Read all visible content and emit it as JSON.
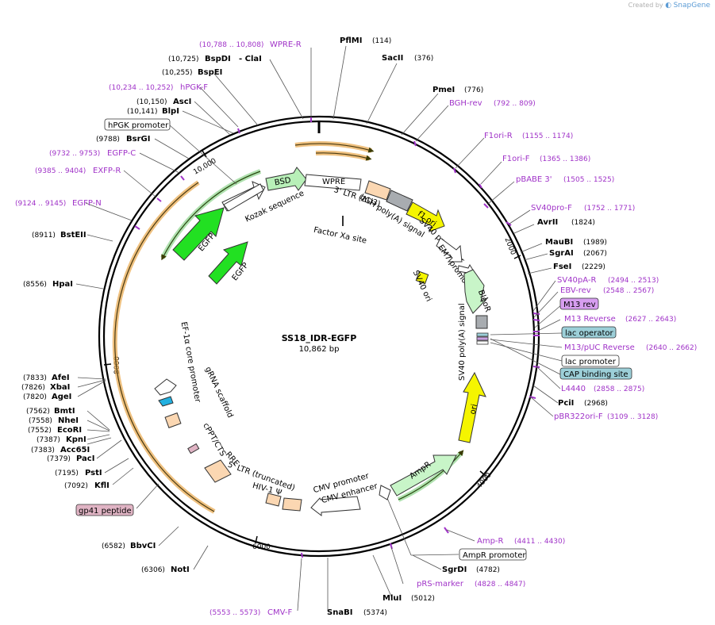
{
  "credit": {
    "created_by": "Created by",
    "brand": "SnapGene"
  },
  "plasmid": {
    "name": "SS18_IDR-EGFP",
    "length": "10,862 bp"
  },
  "ticks": [
    "2000",
    "4000",
    "6000",
    "8000",
    "10,000"
  ],
  "sites": [
    {
      "name": "PflMI",
      "pos": "(114)"
    },
    {
      "name": "SacII",
      "pos": "(376)"
    },
    {
      "name": "PmeI",
      "pos": "(776)"
    },
    {
      "name": "AvrII",
      "pos": "(1824)"
    },
    {
      "name": "MauBI",
      "pos": "(1989)"
    },
    {
      "name": "SgrAI",
      "pos": "(2067)"
    },
    {
      "name": "FseI",
      "pos": "(2229)"
    },
    {
      "name": "PciI",
      "pos": "(2968)"
    },
    {
      "name": "SgrDI",
      "pos": "(4782)"
    },
    {
      "name": "MluI",
      "pos": "(5012)"
    },
    {
      "name": "SnaBI",
      "pos": "(5374)"
    },
    {
      "name": "NotI",
      "pos": "(6306)"
    },
    {
      "name": "BbvCI",
      "pos": "(6582)"
    },
    {
      "name": "KflI",
      "pos": "(7092)"
    },
    {
      "name": "PstI",
      "pos": "(7195)"
    },
    {
      "name": "PacI",
      "pos": "(7379)"
    },
    {
      "name": "Acc65I",
      "pos": "(7383)"
    },
    {
      "name": "KpnI",
      "pos": "(7387)"
    },
    {
      "name": "EcoRI",
      "pos": "(7552)"
    },
    {
      "name": "NheI",
      "pos": "(7558)"
    },
    {
      "name": "BmtI",
      "pos": "(7562)"
    },
    {
      "name": "AgeI",
      "pos": "(7820)"
    },
    {
      "name": "XbaI",
      "pos": "(7826)"
    },
    {
      "name": "AfeI",
      "pos": "(7833)"
    },
    {
      "name": "HpaI",
      "pos": "(8556)"
    },
    {
      "name": "BstEII",
      "pos": "(8911)"
    },
    {
      "name": "BsrGI",
      "pos": "(9788)"
    },
    {
      "name": "BlpI",
      "pos": "(10,141)"
    },
    {
      "name": "AscI",
      "pos": "(10,150)"
    },
    {
      "name": "BspEI",
      "pos": "(10,255)"
    },
    {
      "name": "BspDI",
      "pos": "(10,725)",
      "extra": "- ClaI"
    }
  ],
  "primers": [
    {
      "name": "WPRE-R",
      "pos": "(10,788 .. 10,808)"
    },
    {
      "name": "BGH-rev",
      "pos": "(792 .. 809)"
    },
    {
      "name": "F1ori-R",
      "pos": "(1155 .. 1174)"
    },
    {
      "name": "F1ori-F",
      "pos": "(1365 .. 1386)"
    },
    {
      "name": "pBABE 3'",
      "pos": "(1505 .. 1525)"
    },
    {
      "name": "SV40pro-F",
      "pos": "(1752 .. 1771)"
    },
    {
      "name": "SV40pA-R",
      "pos": "(2494 .. 2513)"
    },
    {
      "name": "EBV-rev",
      "pos": "(2548 .. 2567)"
    },
    {
      "name": "M13 Reverse",
      "pos": "(2627 .. 2643)"
    },
    {
      "name": "M13/pUC Reverse",
      "pos": "(2640 .. 2662)"
    },
    {
      "name": "L4440",
      "pos": "(2858 .. 2875)"
    },
    {
      "name": "pBR322ori-F",
      "pos": "(3109 .. 3128)"
    },
    {
      "name": "Amp-R",
      "pos": "(4411 .. 4430)"
    },
    {
      "name": "pRS-marker",
      "pos": "(4828 .. 4847)"
    },
    {
      "name": "CMV-F",
      "pos": "(5553 .. 5573)"
    },
    {
      "name": "EGFP-N",
      "pos": "(9124 .. 9145)"
    },
    {
      "name": "EXFP-R",
      "pos": "(9385 .. 9404)"
    },
    {
      "name": "EGFP-C",
      "pos": "(9732 .. 9753)"
    },
    {
      "name": "hPGK-F",
      "pos": "(10,234 .. 10,252)"
    }
  ],
  "boxed_labels": {
    "m13rev": "M13 rev",
    "lac_operator": "lac operator",
    "lac_promoter": "lac promoter",
    "cap_site": "CAP binding site",
    "ampr_promoter": "AmpR promoter",
    "hpgk_promoter": "hPGK promoter",
    "gp41": "gp41 peptide"
  },
  "features": {
    "bsd": "BSD",
    "wpre": "WPRE",
    "kozak": "Kozak sequence",
    "ltr3": "3' LTR (ΔU3)",
    "bgh": "bGH poly(A) signal",
    "f1": "f1 ori",
    "sv40prom": "SV40 promoter",
    "em7": "EM7 promoter",
    "factorxa": "Factor Xa site",
    "sv40ori": "SV40 ori",
    "bleor": "BleoR",
    "sv40pa": "SV40 poly(A) signal",
    "ori": "ori",
    "ampr": "AmpR",
    "cmvprom": "CMV promoter",
    "cmvenh": "CMV enhancer",
    "ltr5": "5' LTR (truncated)",
    "hiv": "HIV-1 Ψ",
    "rre": "RRE",
    "cppt": "cPPT/CTS",
    "grna": "gRNA scaffold",
    "ef1a": "EF-1α core promoter",
    "egfp1": "EGFP",
    "egfp2": "EGFP"
  },
  "colors": {
    "primer": "#a033c8",
    "ring": "#000000",
    "orf_orange": "#e8a64a",
    "egfp_green": "#22e022",
    "bsd_green": "#b8f0b8",
    "ampr_green": "#c8f5c8",
    "ori_yellow": "#f5f500",
    "ltr_peach": "#fbd7b2",
    "box_teal": "#9ccfd8",
    "box_purple": "#d79ef0",
    "gp41_pink": "#e0b4c4"
  }
}
